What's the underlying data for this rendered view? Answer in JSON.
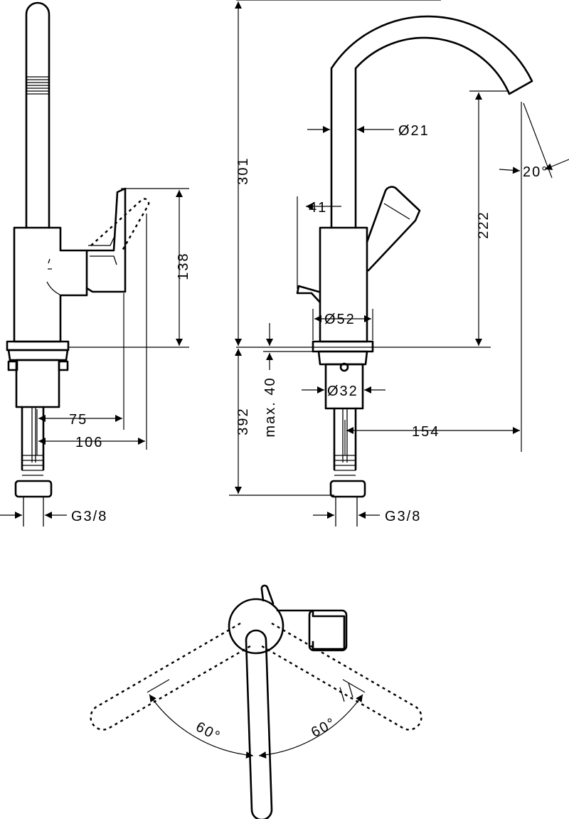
{
  "dimensions": {
    "height_301": "301",
    "height_222": "222",
    "diameter_21": "Ø21",
    "angle_20": "20°",
    "length_41": "41",
    "diameter_52": "Ø52",
    "height_138": "138",
    "diameter_32": "Ø32",
    "max_40": "max. 40",
    "length_392": "392",
    "reach_154": "154",
    "length_75": "75",
    "length_106": "106",
    "thread_left": "G3/8",
    "thread_right": "G3/8",
    "swivel_left": "60°",
    "swivel_right": "60°"
  },
  "style": {
    "line_color": "#000000",
    "background": "#ffffff"
  }
}
